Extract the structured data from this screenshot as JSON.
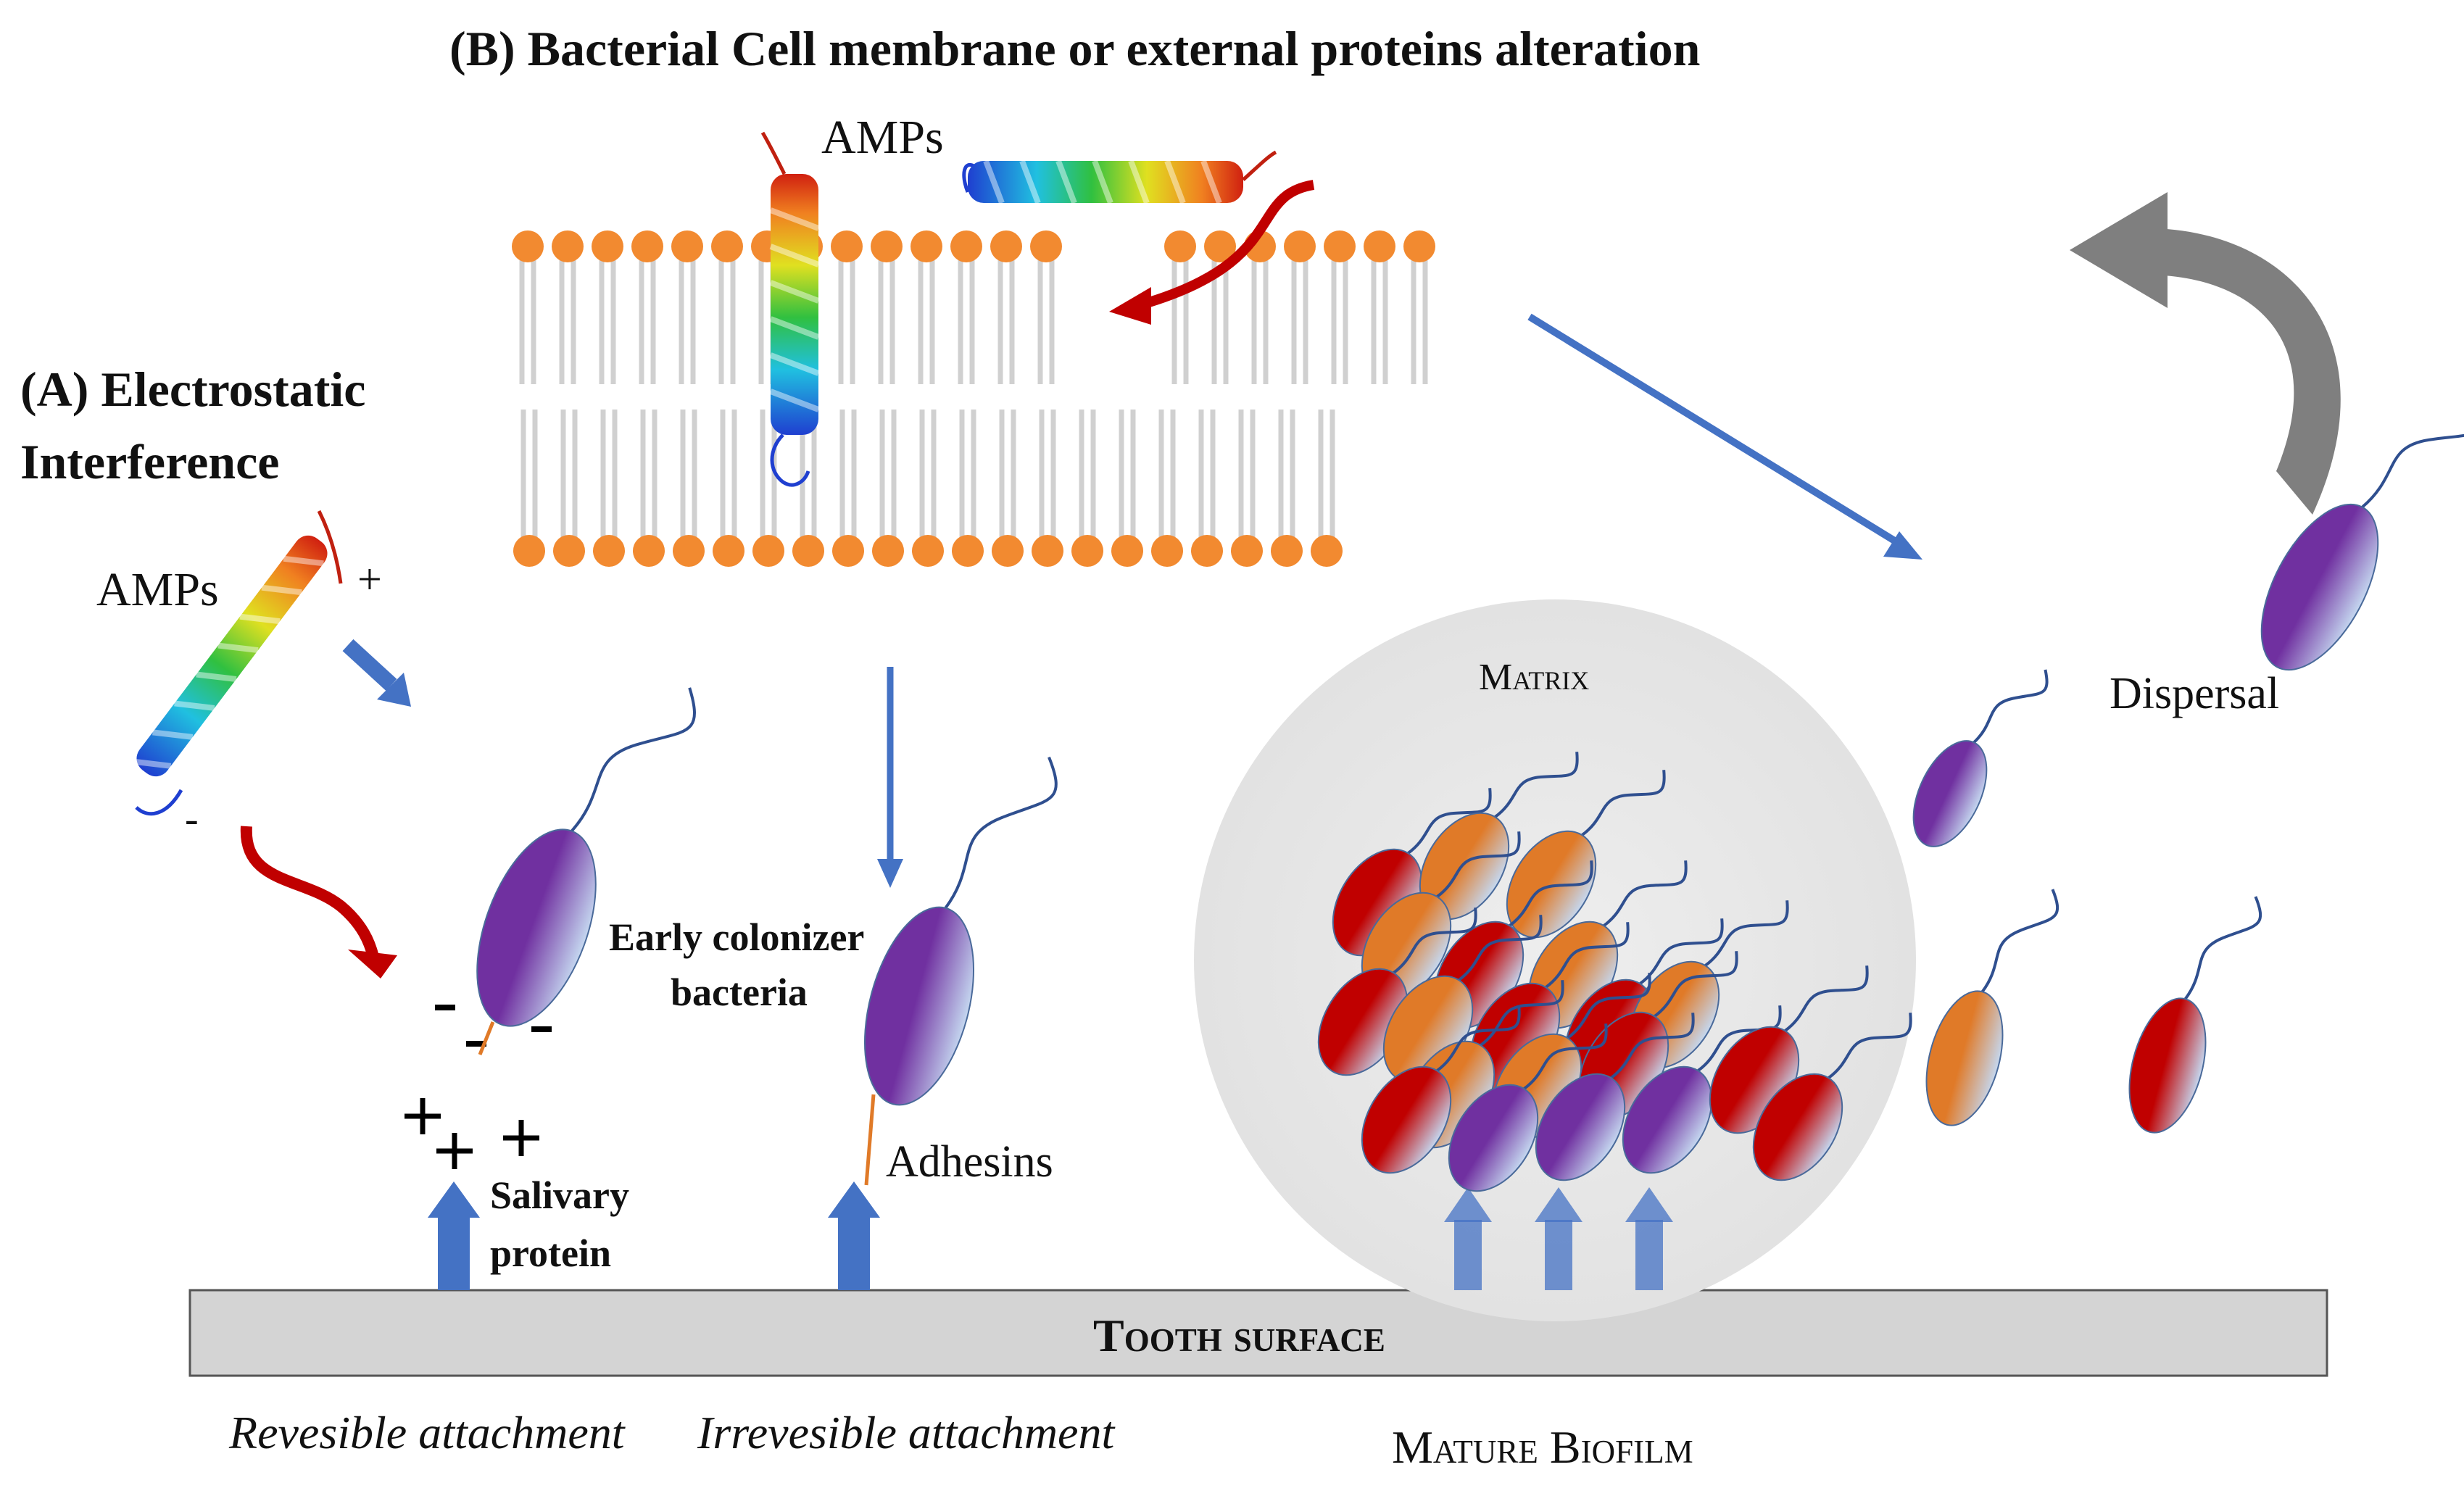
{
  "labels": {
    "title_b": "(B) Bacterial Cell membrane or external proteins alteration",
    "title_a_line1": "(A) Electrostatic",
    "title_a_line2": "Interference",
    "amps_a": "AMPs",
    "amps_b": "AMPs",
    "plus_sign": "+",
    "minus_sign": "-",
    "early_colonizer_line1": "Early colonizer",
    "early_colonizer_line2": "bacteria",
    "salivary_line1": "Salivary",
    "salivary_line2": "protein",
    "adhesins": "Adhesins",
    "matrix": "Matrix",
    "dispersal": "Dispersal",
    "tooth_surface": "Tooth surface",
    "reversible_attachment": "Revesible attachment",
    "irreversible_attachment": "Irrevesible attachment",
    "mature_biofilm": "Mature Biofilm"
  },
  "colors": {
    "blue_arrow": "#4472c4",
    "red_arrow": "#c00000",
    "gray_arrow": "#7f7f7f",
    "lipid_head": "#f28a30",
    "lipid_tail": "#d0d0d0",
    "tooth_surface": "#d4d4d4",
    "matrix_circle": "#e8e8e8",
    "bacteria_purple": "#7030a0",
    "bacteria_orange": "#e07a28",
    "bacteria_red": "#c00000",
    "bacteria_light": "#c5d8f0",
    "flagellum": "#2f4f8f"
  }
}
